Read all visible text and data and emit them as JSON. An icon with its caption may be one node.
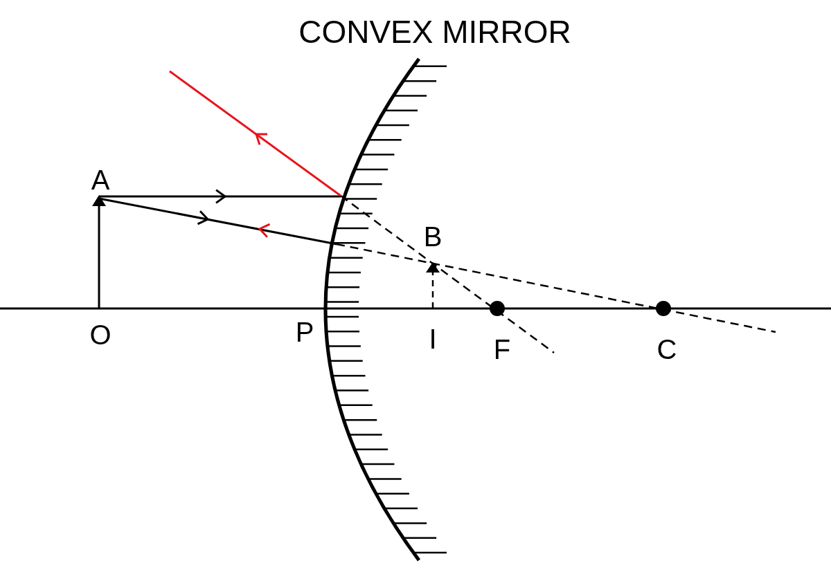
{
  "diagram": {
    "title": "CONVEX MIRROR",
    "labels": [
      "A",
      "B",
      "O",
      "P",
      "I",
      "F",
      "C"
    ]
  }
}
